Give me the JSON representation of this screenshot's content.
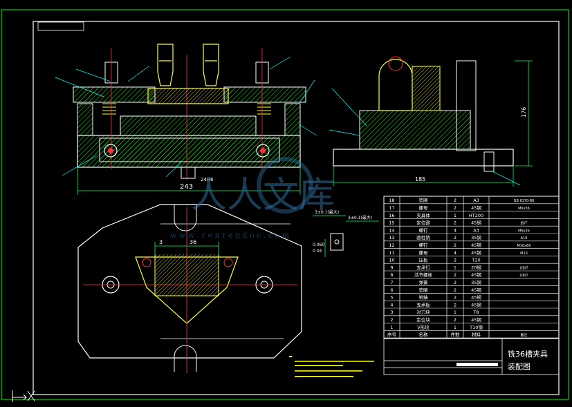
{
  "title_block": {
    "part_name": "铣36槽夹具",
    "drawing_type": "装配图"
  },
  "dimensions": {
    "main_width": "243",
    "side_width": "185",
    "side_height": "176",
    "fit_note": "24H6",
    "offset_3": "3",
    "offset_36": "36",
    "gd_t_1": "3±0.1(最大)",
    "gd_t_2": "3±0.1(最大)",
    "tol_a": "0.060",
    "tol_b": "0.04"
  },
  "bom_rows": [
    {
      "no": "18",
      "name": "垫圈",
      "qty": "2",
      "mat": "A3",
      "std": "GB 6170-86"
    },
    {
      "no": "17",
      "name": "螺母",
      "qty": "2",
      "mat": "45钢",
      "std": "M6x36"
    },
    {
      "no": "16",
      "name": "夹具体",
      "qty": "1",
      "mat": "HT200",
      "std": ""
    },
    {
      "no": "15",
      "name": "定位键",
      "qty": "2",
      "mat": "45钢",
      "std": "JB/T"
    },
    {
      "no": "14",
      "name": "螺钉",
      "qty": "4",
      "mat": "A3",
      "std": "M6x35"
    },
    {
      "no": "13",
      "name": "圆柱销",
      "qty": "2",
      "mat": "35钢",
      "std": "A10"
    },
    {
      "no": "12",
      "name": "螺钉",
      "qty": "2",
      "mat": "45钢",
      "std": "M10x60"
    },
    {
      "no": "11",
      "name": "螺母",
      "qty": "4",
      "mat": "45钢",
      "std": "M10"
    },
    {
      "no": "10",
      "name": "压板",
      "qty": "2",
      "mat": "T20",
      "std": ""
    },
    {
      "no": "9",
      "name": "支承钉",
      "qty": "1",
      "mat": "20钢",
      "std": "GB/T"
    },
    {
      "no": "8",
      "name": "活节螺栓",
      "qty": "2",
      "mat": "45钢",
      "std": "GB/T"
    },
    {
      "no": "7",
      "name": "弹簧",
      "qty": "2",
      "mat": "35钢",
      "std": ""
    },
    {
      "no": "6",
      "name": "垫圈",
      "qty": "2",
      "mat": "45钢",
      "std": ""
    },
    {
      "no": "5",
      "name": "销轴",
      "qty": "2",
      "mat": "45钢",
      "std": ""
    },
    {
      "no": "4",
      "name": "支承板",
      "qty": "2",
      "mat": "45钢",
      "std": ""
    },
    {
      "no": "3",
      "name": "对刀块",
      "qty": "1",
      "mat": "T8",
      "std": ""
    },
    {
      "no": "2",
      "name": "定位块",
      "qty": "2",
      "mat": "45钢",
      "std": ""
    },
    {
      "no": "1",
      "name": "V形块",
      "qty": "1",
      "mat": "T10钢",
      "std": ""
    }
  ],
  "bom_header": {
    "no": "序号",
    "name": "名称",
    "qty": "件数",
    "mat": "材料",
    "std": "备注"
  },
  "watermark": {
    "text": "人人文库",
    "url": "w w w . r e n r e n d o c . c o m"
  },
  "colors": {
    "background": "#000000",
    "outline": "#ffffff",
    "hatch": "#00ff00",
    "part": "#ffff33",
    "center": "#ff3333",
    "dim": "#00ff66",
    "leader": "#00ffff"
  }
}
